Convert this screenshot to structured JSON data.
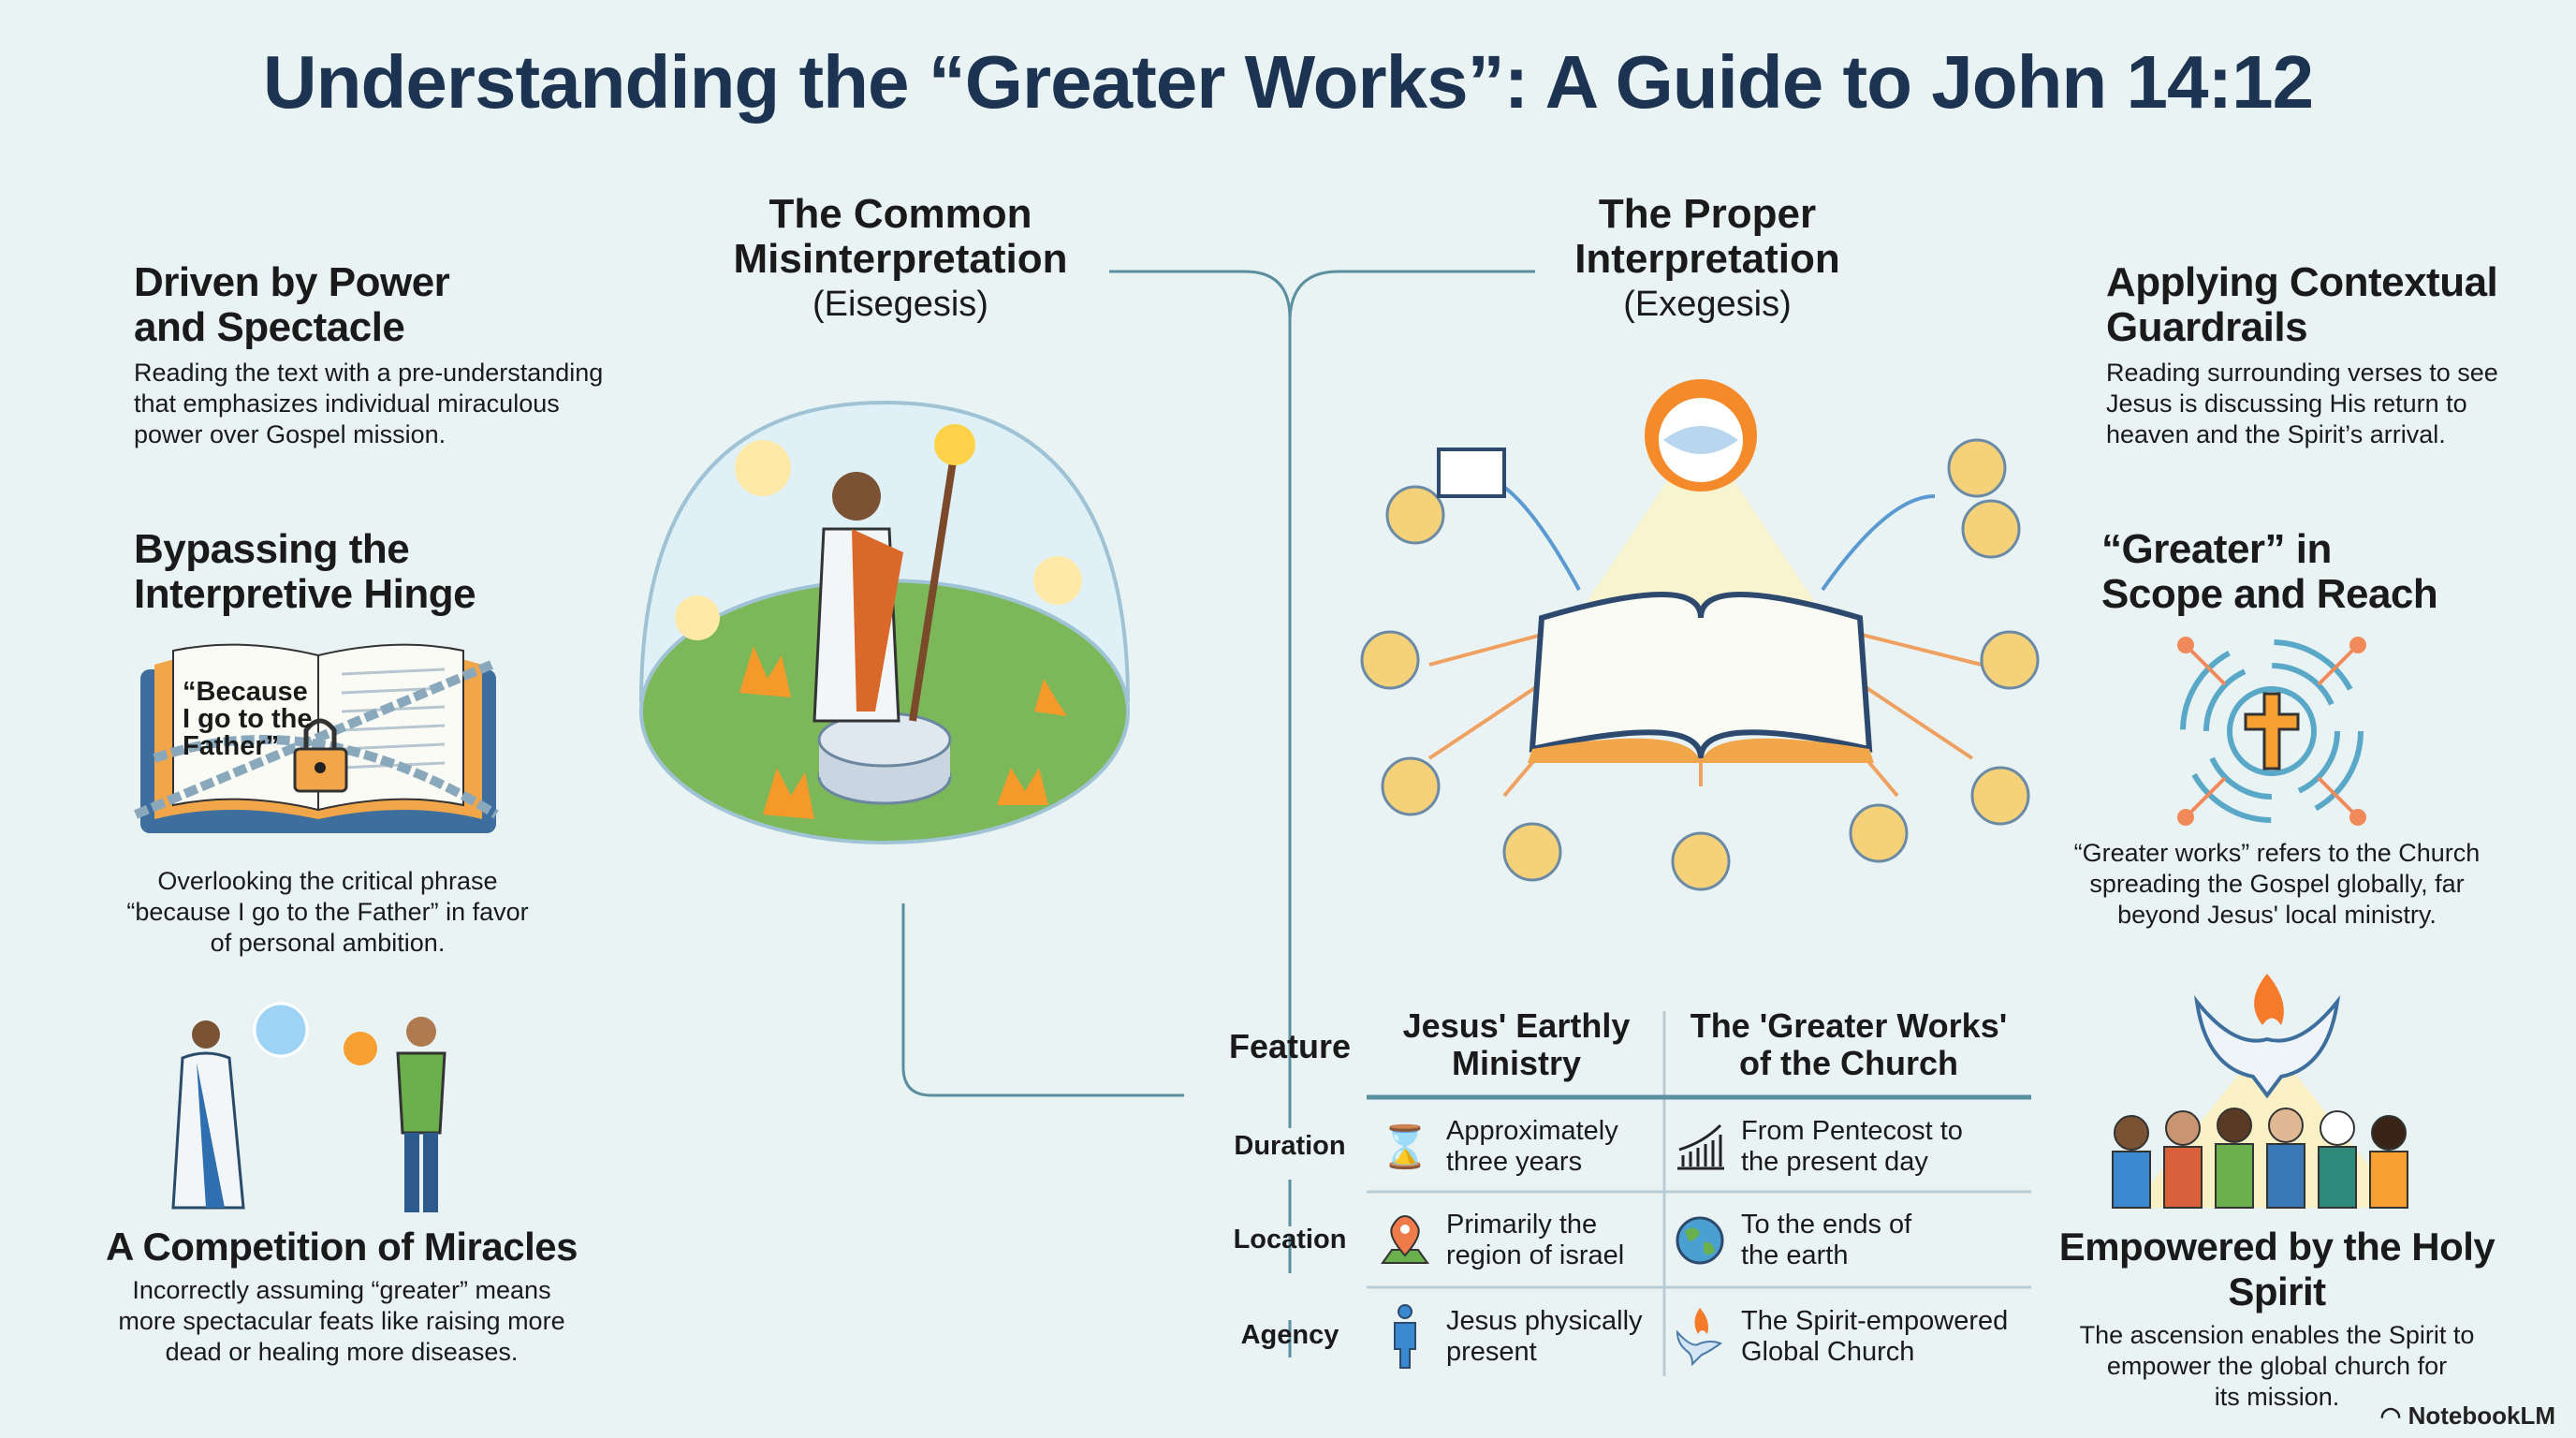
{
  "title": "Understanding the “Greater Works”: A Guide to John 14:12",
  "left": {
    "s1": {
      "heading_l1": "Driven by Power",
      "heading_l2": "and Spectacle",
      "body_l1": "Reading the text with a pre-understanding",
      "body_l2": "that emphasizes individual miraculous",
      "body_l3": "power over Gospel mission."
    },
    "s2": {
      "heading_l1": "Bypassing the",
      "heading_l2": "Interpretive Hinge",
      "book_text_l1": "“Because",
      "book_text_l2": "I go to the",
      "book_text_l3": "Father”",
      "body_l1": "Overlooking the critical phrase",
      "body_l2": "“because I go to the Father” in favor",
      "body_l3": "of personal ambition."
    },
    "s3": {
      "heading": "A Competition of Miracles",
      "body_l1": "Incorrectly assuming “greater” means",
      "body_l2": "more spectacular feats like raising more",
      "body_l3": "dead or healing more diseases."
    }
  },
  "center": {
    "mis": {
      "l1": "The Common",
      "l2": "Misinterpretation",
      "sub": "(Eisegesis)"
    },
    "proper": {
      "l1": "The Proper",
      "l2": "Interpretation",
      "sub": "(Exegesis)"
    }
  },
  "table": {
    "headers": {
      "feature": "Feature",
      "col1_l1": "Jesus' Earthly",
      "col1_l2": "Ministry",
      "col2_l1": "The 'Greater Works'",
      "col2_l2": "of the Church"
    },
    "rows": [
      {
        "label": "Duration",
        "c1_l1": "Approximately",
        "c1_l2": "three years",
        "c1_icon": "hourglass-icon",
        "c2_l1": "From Pentecost to",
        "c2_l2": "the present day",
        "c2_icon": "growth-chart-icon"
      },
      {
        "label": "Location",
        "c1_l1": "Primarily the",
        "c1_l2": "region of israel",
        "c1_icon": "map-pin-icon",
        "c2_l1": "To the ends of",
        "c2_l2": "the earth",
        "c2_icon": "globe-icon"
      },
      {
        "label": "Agency",
        "c1_l1": "Jesus physically",
        "c1_l2": "present",
        "c1_icon": "person-icon",
        "c2_l1": "The Spirit-empowered",
        "c2_l2": "Global Church",
        "c2_icon": "dove-fire-icon"
      }
    ]
  },
  "right": {
    "s1": {
      "heading_l1": "Applying Contextual",
      "heading_l2": "Guardrails",
      "body_l1": "Reading surrounding verses to see",
      "body_l2": "Jesus is discussing His return to",
      "body_l3": "heaven and the Spirit’s arrival."
    },
    "s2": {
      "heading_l1": "“Greater” in",
      "heading_l2": "Scope and Reach",
      "body_l1": "“Greater works” refers to the Church",
      "body_l2": "spreading the Gospel globally, far",
      "body_l3": "beyond Jesus' local ministry."
    },
    "s3": {
      "heading": "Empowered by the Holy Spirit",
      "body_l1": "The ascension enables the Spirit to",
      "body_l2": "empower the global church for",
      "body_l3": "its mission."
    }
  },
  "footer": {
    "brand": "NotebookLM"
  },
  "colors": {
    "title": "#1d3352",
    "line": "#5b8fa0",
    "orange": "#f0a040",
    "blue": "#3a78b8",
    "bg": "#e9f3f4"
  }
}
